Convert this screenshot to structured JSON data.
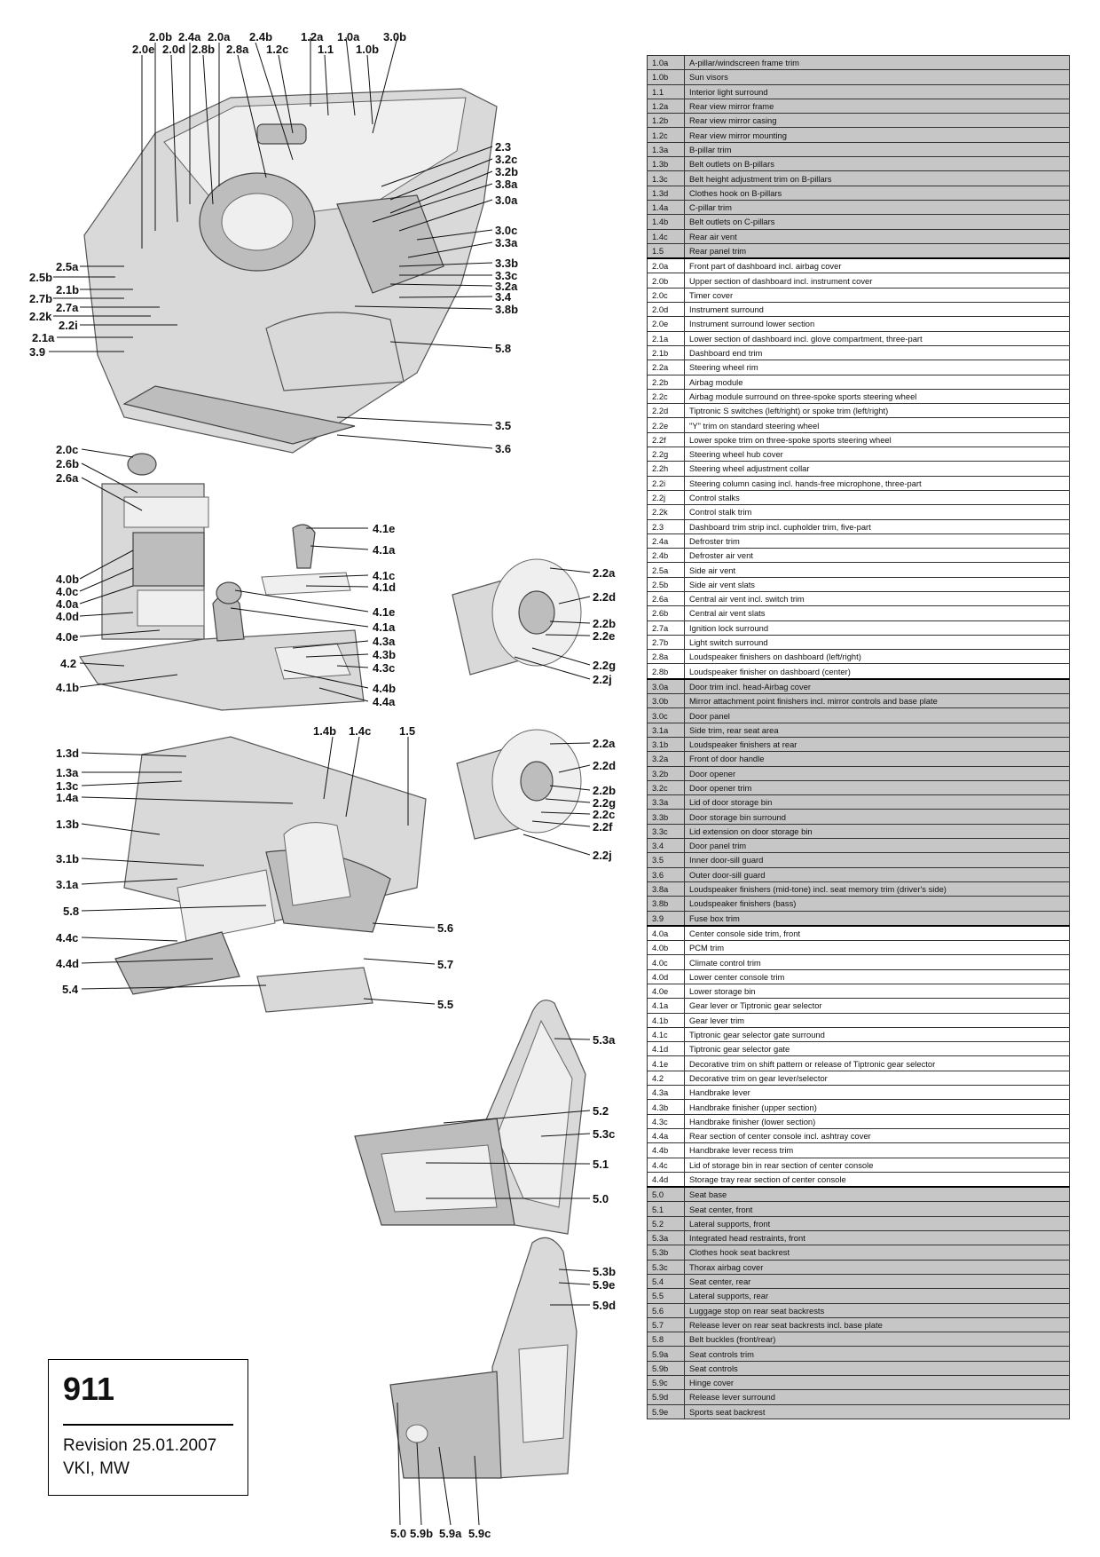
{
  "callouts": {
    "c2_0b": "2.0b",
    "c2_4a": "2.4a",
    "c2_0a": "2.0a",
    "c2_4b": "2.4b",
    "c1_2a": "1.2a",
    "c1_0a": "1.0a",
    "c3_0b": "3.0b",
    "c2_0e": "2.0e",
    "c2_0d": "2.0d",
    "c2_8b": "2.8b",
    "c2_8a": "2.8a",
    "c1_2c": "1.2c",
    "c1_1": "1.1",
    "c1_0b": "1.0b",
    "c2_3": "2.3",
    "c3_2c": "3.2c",
    "c3_2b": "3.2b",
    "c3_8a": "3.8a",
    "c3_0a": "3.0a",
    "c3_0c": "3.0c",
    "c3_3a": "3.3a",
    "c3_3b": "3.3b",
    "c3_3c": "3.3c",
    "c3_2a": "3.2a",
    "c3_4": "3.4",
    "c3_8b": "3.8b",
    "c5_8a": "5.8",
    "c3_5": "3.5",
    "c3_6": "3.6",
    "c2_5a": "2.5a",
    "c2_5b": "2.5b",
    "c2_1b": "2.1b",
    "c2_7b": "2.7b",
    "c2_7a": "2.7a",
    "c2_2k": "2.2k",
    "c2_2i": "2.2i",
    "c2_1a": "2.1a",
    "c3_9": "3.9",
    "c2_0c": "2.0c",
    "c2_6b": "2.6b",
    "c2_6a": "2.6a",
    "c4_1e_a": "4.1e",
    "c4_1a_a": "4.1a",
    "c4_1c": "4.1c",
    "c4_1d": "4.1d",
    "c4_0b": "4.0b",
    "c4_0c": "4.0c",
    "c4_0a": "4.0a",
    "c4_0d": "4.0d",
    "c4_1e_b": "4.1e",
    "c4_1a_b": "4.1a",
    "c4_3a": "4.3a",
    "c4_0e": "4.0e",
    "c4_3b": "4.3b",
    "c4_2": "4.2",
    "c4_3c": "4.3c",
    "c4_1b": "4.1b",
    "c4_4b": "4.4b",
    "c4_4a": "4.4a",
    "c2_2a_a": "2.2a",
    "c2_2d_a": "2.2d",
    "c2_2b_a": "2.2b",
    "c2_2e": "2.2e",
    "c2_2g_a": "2.2g",
    "c2_2j_a": "2.2j",
    "c1_4b": "1.4b",
    "c1_4c": "1.4c",
    "c1_5": "1.5",
    "c1_3d": "1.3d",
    "c1_3a": "1.3a",
    "c1_3c": "1.3c",
    "c1_4a": "1.4a",
    "c1_3b": "1.3b",
    "c3_1b": "3.1b",
    "c3_1a": "3.1a",
    "c5_8b": "5.8",
    "c4_4c": "4.4c",
    "c4_4d": "4.4d",
    "c5_4": "5.4",
    "c5_6": "5.6",
    "c5_7": "5.7",
    "c5_5": "5.5",
    "c2_2a_b": "2.2a",
    "c2_2d_b": "2.2d",
    "c2_2b_b": "2.2b",
    "c2_2g_b": "2.2g",
    "c2_2c": "2.2c",
    "c2_2f": "2.2f",
    "c2_2j_b": "2.2j",
    "c5_3a": "5.3a",
    "c5_2": "5.2",
    "c5_3c": "5.3c",
    "c5_1": "5.1",
    "c5_0a": "5.0",
    "c5_3b": "5.3b",
    "c5_9e": "5.9e",
    "c5_9d": "5.9d",
    "c5_0b": "5.0",
    "c5_9b": "5.9b",
    "c5_9a": "5.9a",
    "c5_9c": "5.9c"
  },
  "parts": [
    {
      "code": "1.0a",
      "desc": "A-pillar/windscreen frame trim",
      "group": "grey"
    },
    {
      "code": "1.0b",
      "desc": "Sun visors",
      "group": "grey"
    },
    {
      "code": "1.1",
      "desc": "Interior light surround",
      "group": "grey"
    },
    {
      "code": "1.2a",
      "desc": "Rear view mirror frame",
      "group": "grey"
    },
    {
      "code": "1.2b",
      "desc": "Rear view mirror casing",
      "group": "grey"
    },
    {
      "code": "1.2c",
      "desc": "Rear view mirror mounting",
      "group": "grey"
    },
    {
      "code": "1.3a",
      "desc": "B-pillar trim",
      "group": "grey"
    },
    {
      "code": "1.3b",
      "desc": "Belt outlets on B-pillars",
      "group": "grey"
    },
    {
      "code": "1.3c",
      "desc": "Belt height adjustment trim on B-pillars",
      "group": "grey"
    },
    {
      "code": "1.3d",
      "desc": "Clothes hook on B-pillars",
      "group": "grey"
    },
    {
      "code": "1.4a",
      "desc": "C-pillar trim",
      "group": "grey"
    },
    {
      "code": "1.4b",
      "desc": "Belt outlets on C-pillars",
      "group": "grey"
    },
    {
      "code": "1.4c",
      "desc": "Rear air vent",
      "group": "grey"
    },
    {
      "code": "1.5",
      "desc": "Rear panel trim",
      "group": "grey"
    },
    {
      "code": "2.0a",
      "desc": "Front part of dashboard incl. airbag cover",
      "group": "white"
    },
    {
      "code": "2.0b",
      "desc": "Upper section of dashboard incl. instrument cover",
      "group": "white"
    },
    {
      "code": "2.0c",
      "desc": "Timer cover",
      "group": "white"
    },
    {
      "code": "2.0d",
      "desc": "Instrument surround",
      "group": "white"
    },
    {
      "code": "2.0e",
      "desc": "Instrument surround lower section",
      "group": "white"
    },
    {
      "code": "2.1a",
      "desc": "Lower section of dashboard incl. glove compartment, three-part",
      "group": "white"
    },
    {
      "code": "2.1b",
      "desc": "Dashboard end trim",
      "group": "white"
    },
    {
      "code": "2.2a",
      "desc": "Steering wheel rim",
      "group": "white"
    },
    {
      "code": "2.2b",
      "desc": "Airbag module",
      "group": "white"
    },
    {
      "code": "2.2c",
      "desc": "Airbag module surround on three-spoke sports steering wheel",
      "group": "white"
    },
    {
      "code": "2.2d",
      "desc": "Tiptronic S switches (left/right) or spoke trim (left/right)",
      "group": "white"
    },
    {
      "code": "2.2e",
      "desc": "\"Y\" trim on standard steering wheel",
      "group": "white"
    },
    {
      "code": "2.2f",
      "desc": "Lower spoke trim on three-spoke sports steering wheel",
      "group": "white"
    },
    {
      "code": "2.2g",
      "desc": "Steering wheel hub cover",
      "group": "white"
    },
    {
      "code": "2.2h",
      "desc": "Steering wheel adjustment collar",
      "group": "white"
    },
    {
      "code": "2.2i",
      "desc": "Steering column casing incl. hands-free microphone, three-part",
      "group": "white"
    },
    {
      "code": "2.2j",
      "desc": "Control stalks",
      "group": "white"
    },
    {
      "code": "2.2k",
      "desc": "Control stalk trim",
      "group": "white"
    },
    {
      "code": "2.3",
      "desc": "Dashboard trim strip incl. cupholder trim, five-part",
      "group": "white"
    },
    {
      "code": "2.4a",
      "desc": "Defroster trim",
      "group": "white"
    },
    {
      "code": "2.4b",
      "desc": "Defroster air vent",
      "group": "white"
    },
    {
      "code": "2.5a",
      "desc": "Side air vent",
      "group": "white"
    },
    {
      "code": "2.5b",
      "desc": "Side air vent slats",
      "group": "white"
    },
    {
      "code": "2.6a",
      "desc": "Central air vent incl. switch trim",
      "group": "white"
    },
    {
      "code": "2.6b",
      "desc": "Central air vent slats",
      "group": "white"
    },
    {
      "code": "2.7a",
      "desc": "Ignition lock surround",
      "group": "white"
    },
    {
      "code": "2.7b",
      "desc": "Light switch surround",
      "group": "white"
    },
    {
      "code": "2.8a",
      "desc": "Loudspeaker finishers on dashboard (left/right)",
      "group": "white"
    },
    {
      "code": "2.8b",
      "desc": "Loudspeaker finisher on dashboard (center)",
      "group": "white"
    },
    {
      "code": "3.0a",
      "desc": "Door trim incl. head-Airbag cover",
      "group": "grey"
    },
    {
      "code": "3.0b",
      "desc": "Mirror attachment point finishers incl. mirror controls and base plate",
      "group": "grey"
    },
    {
      "code": "3.0c",
      "desc": "Door panel",
      "group": "grey"
    },
    {
      "code": "3.1a",
      "desc": "Side trim, rear seat area",
      "group": "grey"
    },
    {
      "code": "3.1b",
      "desc": "Loudspeaker finishers at rear",
      "group": "grey"
    },
    {
      "code": "3.2a",
      "desc": "Front of door handle",
      "group": "grey"
    },
    {
      "code": "3.2b",
      "desc": "Door opener",
      "group": "grey"
    },
    {
      "code": "3.2c",
      "desc": "Door opener trim",
      "group": "grey"
    },
    {
      "code": "3.3a",
      "desc": "Lid of door storage bin",
      "group": "grey"
    },
    {
      "code": "3.3b",
      "desc": "Door storage bin surround",
      "group": "grey"
    },
    {
      "code": "3.3c",
      "desc": "Lid extension on door storage bin",
      "group": "grey"
    },
    {
      "code": "3.4",
      "desc": "Door panel trim",
      "group": "grey"
    },
    {
      "code": "3.5",
      "desc": "Inner door-sill guard",
      "group": "grey"
    },
    {
      "code": "3.6",
      "desc": "Outer door-sill guard",
      "group": "grey"
    },
    {
      "code": "3.8a",
      "desc": "Loudspeaker finishers (mid-tone) incl. seat memory trim (driver's side)",
      "group": "grey"
    },
    {
      "code": "3.8b",
      "desc": "Loudspeaker finishers (bass)",
      "group": "grey"
    },
    {
      "code": "3.9",
      "desc": "Fuse box trim",
      "group": "grey"
    },
    {
      "code": "4.0a",
      "desc": "Center console side trim, front",
      "group": "white"
    },
    {
      "code": "4.0b",
      "desc": "PCM trim",
      "group": "white"
    },
    {
      "code": "4.0c",
      "desc": "Climate control trim",
      "group": "white"
    },
    {
      "code": "4.0d",
      "desc": "Lower center console trim",
      "group": "white"
    },
    {
      "code": "4.0e",
      "desc": "Lower storage bin",
      "group": "white"
    },
    {
      "code": "4.1a",
      "desc": "Gear lever or Tiptronic gear selector",
      "group": "white"
    },
    {
      "code": "4.1b",
      "desc": "Gear lever trim",
      "group": "white"
    },
    {
      "code": "4.1c",
      "desc": "Tiptronic gear selector gate surround",
      "group": "white"
    },
    {
      "code": "4.1d",
      "desc": "Tiptronic gear selector gate",
      "group": "white"
    },
    {
      "code": "4.1e",
      "desc": "Decorative trim on shift pattern or release of Tiptronic gear selector",
      "group": "white"
    },
    {
      "code": "4.2",
      "desc": "Decorative trim on gear lever/selector",
      "group": "white"
    },
    {
      "code": "4.3a",
      "desc": "Handbrake lever",
      "group": "white"
    },
    {
      "code": "4.3b",
      "desc": "Handbrake finisher (upper section)",
      "group": "white"
    },
    {
      "code": "4.3c",
      "desc": "Handbrake finisher (lower section)",
      "group": "white"
    },
    {
      "code": "4.4a",
      "desc": "Rear section of center console incl. ashtray cover",
      "group": "white"
    },
    {
      "code": "4.4b",
      "desc": "Handbrake lever recess trim",
      "group": "white"
    },
    {
      "code": "4.4c",
      "desc": "Lid of storage bin in rear section of center console",
      "group": "white"
    },
    {
      "code": "4.4d",
      "desc": "Storage tray rear section of center console",
      "group": "white"
    },
    {
      "code": "5.0",
      "desc": "Seat base",
      "group": "grey"
    },
    {
      "code": "5.1",
      "desc": "Seat center, front",
      "group": "grey"
    },
    {
      "code": "5.2",
      "desc": "Lateral supports, front",
      "group": "grey"
    },
    {
      "code": "5.3a",
      "desc": "Integrated head restraints, front",
      "group": "grey"
    },
    {
      "code": "5.3b",
      "desc": "Clothes hook seat backrest",
      "group": "grey"
    },
    {
      "code": "5.3c",
      "desc": "Thorax airbag cover",
      "group": "grey"
    },
    {
      "code": "5.4",
      "desc": "Seat center, rear",
      "group": "grey"
    },
    {
      "code": "5.5",
      "desc": "Lateral supports, rear",
      "group": "grey"
    },
    {
      "code": "5.6",
      "desc": "Luggage stop on rear seat backrests",
      "group": "grey"
    },
    {
      "code": "5.7",
      "desc": "Release lever on rear seat backrests incl. base plate",
      "group": "grey"
    },
    {
      "code": "5.8",
      "desc": "Belt buckles (front/rear)",
      "group": "grey"
    },
    {
      "code": "5.9a",
      "desc": "Seat controls trim",
      "group": "grey"
    },
    {
      "code": "5.9b",
      "desc": "Seat controls",
      "group": "grey"
    },
    {
      "code": "5.9c",
      "desc": "Hinge cover",
      "group": "grey"
    },
    {
      "code": "5.9d",
      "desc": "Release lever surround",
      "group": "grey"
    },
    {
      "code": "5.9e",
      "desc": "Sports seat backrest",
      "group": "grey"
    }
  ],
  "info": {
    "model": "911",
    "revision": "Revision 25.01.2007",
    "authors": "VKI, MW"
  }
}
